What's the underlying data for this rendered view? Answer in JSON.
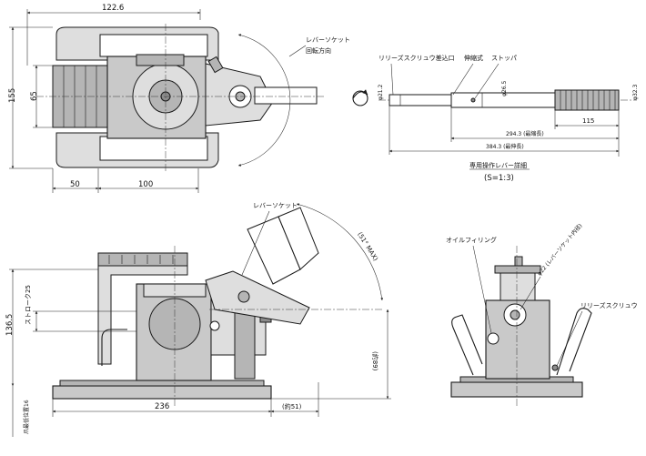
{
  "top_view": {
    "dim_width_overall": "122.6",
    "dim_height_overall": "155",
    "dim_height_inner": "65",
    "dim_bottom_left": "50",
    "dim_bottom_right": "100",
    "label_socket_line1": "レバーソケット",
    "label_socket_line2": "回転方向"
  },
  "lever_detail": {
    "label_release_screw": "リリーズスクリュウ差込口",
    "label_telescopic": "伸縮式",
    "label_stopper": "ストッパ",
    "dim_dia_21_2": "φ21.2",
    "dim_dia_26_5": "φ26.5",
    "dim_dia_32_3": "φ32.3",
    "dim_115": "115",
    "dim_294_3": "294.3 (最縮長)",
    "dim_384_3": "384.3 (最伸長)",
    "caption": "専用操作レバー詳細",
    "scale": "(S=1:3)"
  },
  "side_view": {
    "label_socket": "レバーソケット",
    "dim_angle": "(51° MAX)",
    "dim_height_total": "136.5",
    "dim_stroke": "ストローク25",
    "dim_claw_height": "爪最低位置16",
    "dim_width": "236",
    "dim_extra": "(約51)",
    "dim_height_right": "(約89)"
  },
  "front_view": {
    "label_oil_filling": "オイルフィリング",
    "label_socket_inner": "φ22 (レバーソケット内径)",
    "label_release_screw": "リリーズスクリュウ"
  }
}
